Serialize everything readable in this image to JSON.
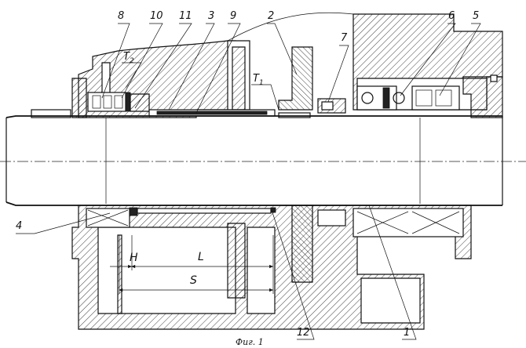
{
  "figure": {
    "caption": "Фиг. 1",
    "callouts": [
      {
        "id": "c8",
        "text": "8"
      },
      {
        "id": "c10",
        "text": "10"
      },
      {
        "id": "c11",
        "text": "11"
      },
      {
        "id": "c3",
        "text": "3"
      },
      {
        "id": "c9",
        "text": "9"
      },
      {
        "id": "c2",
        "text": "2"
      },
      {
        "id": "c7",
        "text": "7"
      },
      {
        "id": "c6",
        "text": "6"
      },
      {
        "id": "c5",
        "text": "5"
      },
      {
        "id": "c4",
        "text": "4"
      },
      {
        "id": "c12",
        "text": "12"
      },
      {
        "id": "c1",
        "text": "1"
      }
    ],
    "temps": {
      "t2": {
        "main": "T",
        "sub": "2"
      },
      "t1": {
        "main": "T",
        "sub": "1"
      }
    },
    "dimensions": {
      "h": "H",
      "l": "L",
      "s": "S"
    }
  }
}
